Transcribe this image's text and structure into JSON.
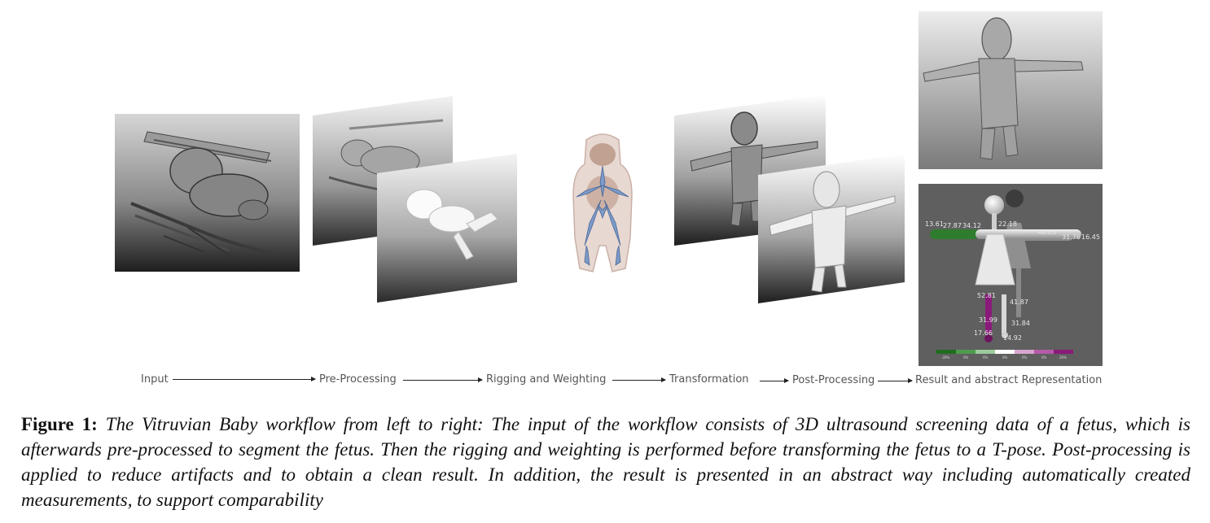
{
  "stages": {
    "input": "Input",
    "preprocessing": "Pre-Processing",
    "rigging": "Rigging and Weighting",
    "transformation": "Transformation",
    "postprocessing": "Post-Processing",
    "result": "Result and abstract Representation"
  },
  "caption": {
    "label": "Figure 1:",
    "text": "The Vitruvian Baby workflow from left to right: The input of the workflow consists of 3D ultrasound screening data of a fetus, which is afterwards pre-processed to segment the fetus. Then the rigging and weighting is performed before transforming the fetus to a T-pose. Post-processing is applied to reduce artifacts and to obtain a clean result. In addition, the result is presented in an abstract way including automatically created measurements, to support comparability"
  },
  "abstract_view": {
    "measurements": [
      "13.61",
      "27.87",
      "34.12",
      "22.18",
      "46.05",
      "31.76",
      "16.45",
      "52.81",
      "41.87",
      "31.99",
      "31.84",
      "17.66",
      "14.92"
    ],
    "scale_labels": [
      "-20%",
      "0%",
      "0%",
      "0%",
      "0%",
      "0%",
      "20%"
    ],
    "colors": {
      "green": "#2e7d2e",
      "purple": "#8a1a7a",
      "background": "#5f5f5f"
    }
  }
}
